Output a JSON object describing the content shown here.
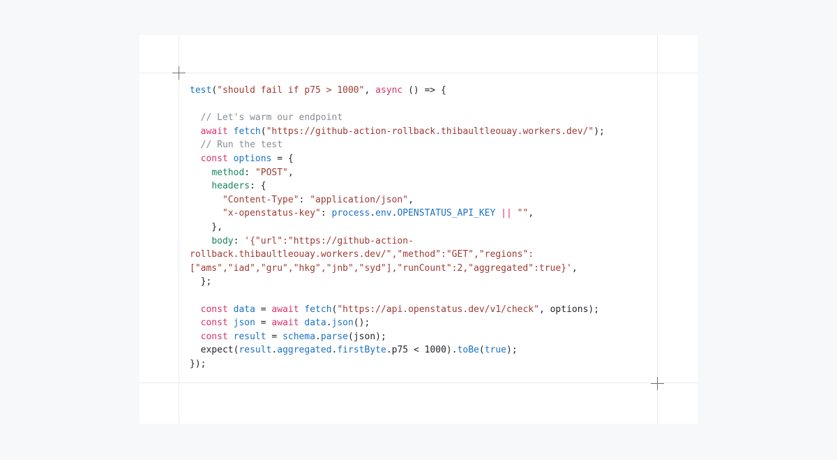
{
  "colors": {
    "page_background": "#f7f8f9",
    "card_background": "#ffffff",
    "frame_line": "#e9ebee",
    "crop_mark": "#737373",
    "code_plain": "#1f2328",
    "code_keyword": "#d6336c",
    "code_function": "#1971c2",
    "code_variable": "#1971c2",
    "code_property": "#17855c",
    "code_string": "#9e3a34",
    "code_comment": "#858c95"
  },
  "code": {
    "language": "javascript",
    "lines": [
      {
        "tokens": [
          [
            "function",
            "test"
          ],
          [
            "plain",
            "("
          ],
          [
            "string",
            "\"should fail if p75 > 1000\""
          ],
          [
            "plain",
            ", "
          ],
          [
            "keyword",
            "async"
          ],
          [
            "plain",
            " () => {"
          ]
        ]
      },
      {
        "tokens": []
      },
      {
        "tokens": [
          [
            "comment",
            "  // Let's warm our endpoint"
          ]
        ]
      },
      {
        "tokens": [
          [
            "plain",
            "  "
          ],
          [
            "keyword",
            "await"
          ],
          [
            "plain",
            " "
          ],
          [
            "function",
            "fetch"
          ],
          [
            "plain",
            "("
          ],
          [
            "string",
            "\"https://github-action-rollback.thibaultleouay.workers.dev/\""
          ],
          [
            "plain",
            ");"
          ]
        ]
      },
      {
        "tokens": [
          [
            "comment",
            "  // Run the test"
          ]
        ]
      },
      {
        "tokens": [
          [
            "plain",
            "  "
          ],
          [
            "keyword",
            "const"
          ],
          [
            "plain",
            " "
          ],
          [
            "variable",
            "options"
          ],
          [
            "plain",
            " = {"
          ]
        ]
      },
      {
        "tokens": [
          [
            "plain",
            "    "
          ],
          [
            "property",
            "method"
          ],
          [
            "plain",
            ": "
          ],
          [
            "string",
            "\"POST\""
          ],
          [
            "plain",
            ","
          ]
        ]
      },
      {
        "tokens": [
          [
            "plain",
            "    "
          ],
          [
            "property",
            "headers"
          ],
          [
            "plain",
            ": {"
          ]
        ]
      },
      {
        "tokens": [
          [
            "plain",
            "      "
          ],
          [
            "string",
            "\"Content-Type\""
          ],
          [
            "plain",
            ": "
          ],
          [
            "string",
            "\"application/json\""
          ],
          [
            "plain",
            ","
          ]
        ]
      },
      {
        "tokens": [
          [
            "plain",
            "      "
          ],
          [
            "string",
            "\"x-openstatus-key\""
          ],
          [
            "plain",
            ": "
          ],
          [
            "variable",
            "process"
          ],
          [
            "plain",
            "."
          ],
          [
            "variable",
            "env"
          ],
          [
            "plain",
            "."
          ],
          [
            "variable",
            "OPENSTATUS_API_KEY"
          ],
          [
            "plain",
            " "
          ],
          [
            "keyword",
            "||"
          ],
          [
            "plain",
            " "
          ],
          [
            "string",
            "\"\""
          ],
          [
            "plain",
            ","
          ]
        ]
      },
      {
        "tokens": [
          [
            "plain",
            "    },"
          ]
        ]
      },
      {
        "tokens": [
          [
            "plain",
            "    "
          ],
          [
            "property",
            "body"
          ],
          [
            "plain",
            ": "
          ],
          [
            "string",
            "'{\"url\":\"https://github-action-"
          ]
        ]
      },
      {
        "tokens": [
          [
            "string",
            "rollback.thibaultleouay.workers.dev/\",\"method\":\"GET\",\"regions\":"
          ]
        ]
      },
      {
        "tokens": [
          [
            "string",
            "[\"ams\",\"iad\",\"gru\",\"hkg\",\"jnb\",\"syd\"],\"runCount\":2,\"aggregated\":true}'"
          ],
          [
            "plain",
            ","
          ]
        ]
      },
      {
        "tokens": [
          [
            "plain",
            "  };"
          ]
        ]
      },
      {
        "tokens": []
      },
      {
        "tokens": [
          [
            "plain",
            "  "
          ],
          [
            "keyword",
            "const"
          ],
          [
            "plain",
            " "
          ],
          [
            "variable",
            "data"
          ],
          [
            "plain",
            " = "
          ],
          [
            "keyword",
            "await"
          ],
          [
            "plain",
            " "
          ],
          [
            "function",
            "fetch"
          ],
          [
            "plain",
            "("
          ],
          [
            "string",
            "\"https://api.openstatus.dev/v1/check\""
          ],
          [
            "plain",
            ", options);"
          ]
        ]
      },
      {
        "tokens": [
          [
            "plain",
            "  "
          ],
          [
            "keyword",
            "const"
          ],
          [
            "plain",
            " "
          ],
          [
            "variable",
            "json"
          ],
          [
            "plain",
            " = "
          ],
          [
            "keyword",
            "await"
          ],
          [
            "plain",
            " "
          ],
          [
            "variable",
            "data"
          ],
          [
            "plain",
            "."
          ],
          [
            "function",
            "json"
          ],
          [
            "plain",
            "();"
          ]
        ]
      },
      {
        "tokens": [
          [
            "plain",
            "  "
          ],
          [
            "keyword",
            "const"
          ],
          [
            "plain",
            " "
          ],
          [
            "variable",
            "result"
          ],
          [
            "plain",
            " = "
          ],
          [
            "variable",
            "schema"
          ],
          [
            "plain",
            "."
          ],
          [
            "function",
            "parse"
          ],
          [
            "plain",
            "(json);"
          ]
        ]
      },
      {
        "tokens": [
          [
            "plain",
            "  expect("
          ],
          [
            "variable",
            "result"
          ],
          [
            "plain",
            "."
          ],
          [
            "variable",
            "aggregated"
          ],
          [
            "plain",
            "."
          ],
          [
            "variable",
            "firstByte"
          ],
          [
            "plain",
            ".p75 < 1000)."
          ],
          [
            "function",
            "toBe"
          ],
          [
            "plain",
            "("
          ],
          [
            "variable",
            "true"
          ],
          [
            "plain",
            ");"
          ]
        ]
      },
      {
        "tokens": [
          [
            "plain",
            "});"
          ]
        ]
      }
    ]
  }
}
